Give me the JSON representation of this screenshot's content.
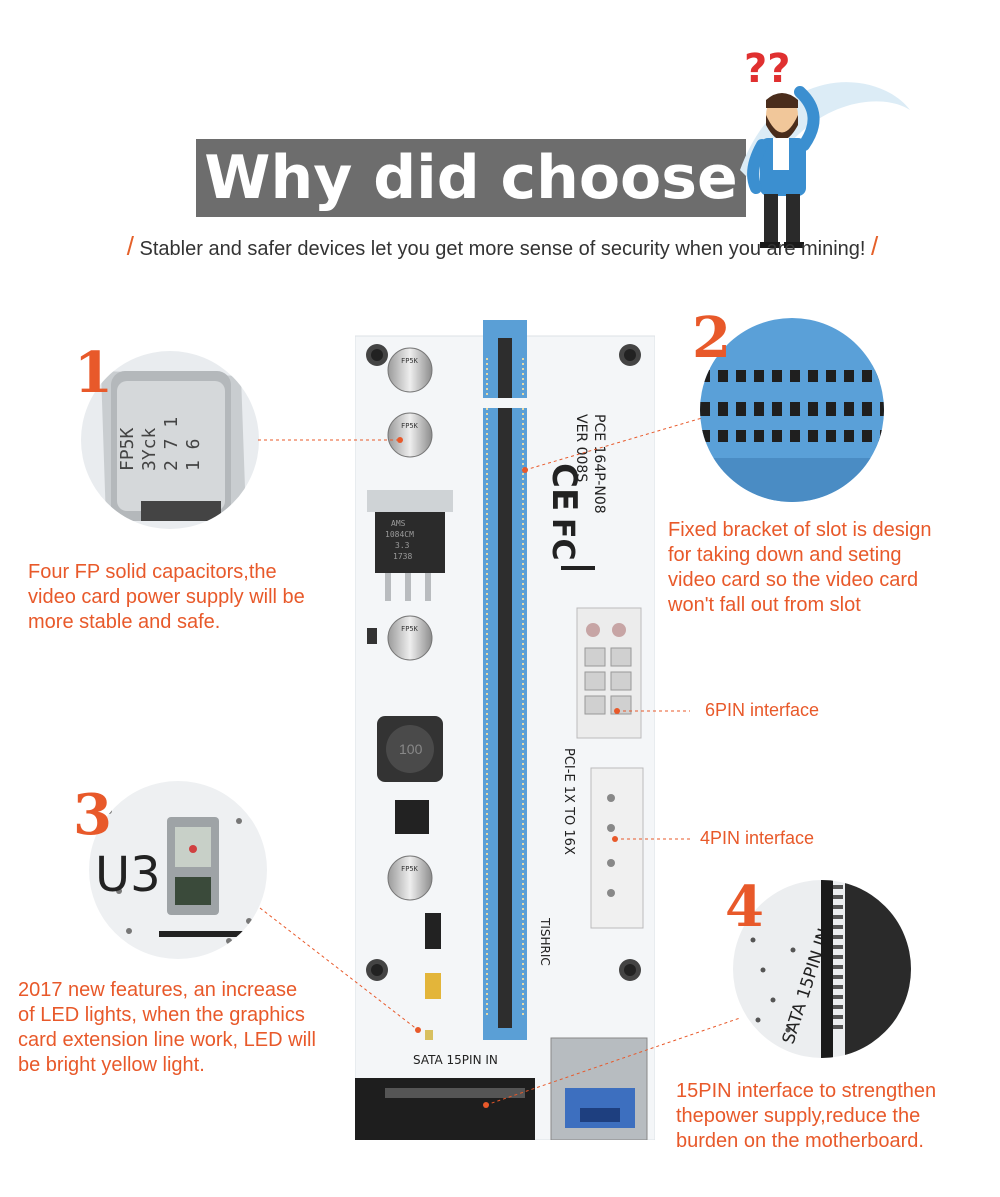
{
  "header": {
    "title": "Why did choose us",
    "subtitle": "Stabler and safer devices let you get more sense of security when you are mining!",
    "slash_left": "/",
    "slash_right": "/",
    "question_marks": "??"
  },
  "features": [
    {
      "number": "1",
      "text_lines": [
        "Four FP solid capacitors,the",
        "video card power supply will be",
        "more stable and safe."
      ],
      "cap_markings": [
        "FP5K",
        "3Yck",
        "2 7 1",
        "1 6"
      ]
    },
    {
      "number": "2",
      "text_lines": [
        "Fixed bracket of slot is design",
        "for taking down and seting",
        "video card so the video card",
        "won't fall out from slot"
      ]
    },
    {
      "number": "3",
      "text_lines": [
        "2017 new features, an increase",
        "of LED lights, when the graphics",
        "card extension line work, LED will",
        "be bright yellow light."
      ],
      "board_mark": "U3"
    },
    {
      "number": "4",
      "text_lines": [
        "15PIN interface to strengthen",
        "thepower supply,reduce the",
        "burden on the motherboard."
      ],
      "board_mark": "SATA 15PIN IN"
    }
  ],
  "callouts": {
    "six_pin": "6PIN interface",
    "four_pin": "4PIN interface"
  },
  "board": {
    "model": "PCE 164P-N08",
    "version": "VER 008S",
    "pcie_text": "PCI-E 1X TO 16X",
    "sata_text": "SATA 15PIN IN",
    "brand": "TISHRIC",
    "regulator": [
      "AMS",
      "1084CM",
      "3.3",
      "1738"
    ],
    "inductor": "100",
    "cap_label": [
      "FP5K",
      "3Yck",
      "2 7 1",
      "1 6"
    ]
  },
  "colors": {
    "accent": "#e8592a",
    "title_bg": "#6d6d6d",
    "slot_blue": "#5a9fd6"
  }
}
